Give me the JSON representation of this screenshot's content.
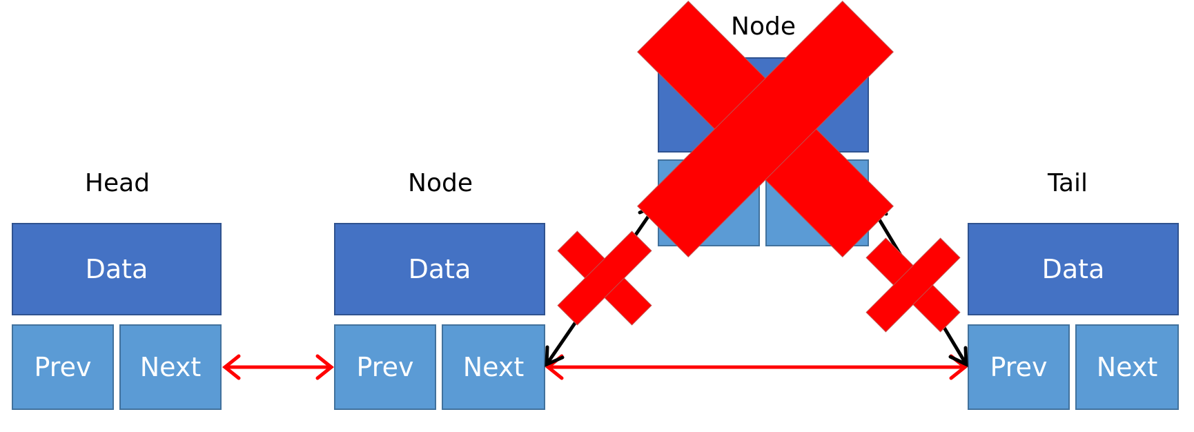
{
  "nodes": {
    "head": {
      "title": "Head",
      "data": "Data",
      "prev": "Prev",
      "next": "Next"
    },
    "node": {
      "title": "Node",
      "data": "Data",
      "prev": "Prev",
      "next": "Next"
    },
    "removed": {
      "title": "Node",
      "data": "",
      "prev": "",
      "next": ""
    },
    "tail": {
      "title": "Tail",
      "data": "Data",
      "prev": "Prev",
      "next": "Next"
    }
  },
  "colors": {
    "data_fill": "#4472c4",
    "pointer_fill": "#5b9bd5",
    "link_arrow": "#ff0000",
    "old_link_arrow": "#000000",
    "cross_mark": "#ff0000"
  }
}
